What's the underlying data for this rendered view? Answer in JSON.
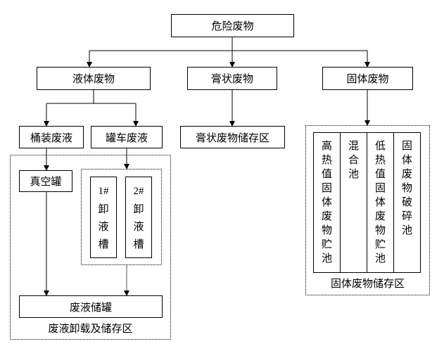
{
  "root": "危险废物",
  "level1": [
    "液体废物",
    "膏状废物",
    "固体废物"
  ],
  "liquid_types": [
    "桶装废液",
    "罐车废液"
  ],
  "paste_storage": "膏状废物储存区",
  "liquid_zone": {
    "vacuum_tank": "真空罐",
    "tanks": [
      {
        "num": "1#",
        "name": "卸液槽"
      },
      {
        "num": "2#",
        "name": "卸液槽"
      }
    ],
    "storage_tank": "废液储罐",
    "label": "废液卸载及储存区"
  },
  "solid_zone": {
    "pools": [
      "高热值固体废物贮池",
      "混合池",
      "低热值固体废物贮池",
      "固体废物破碎池"
    ],
    "label": "固体废物储存区"
  }
}
